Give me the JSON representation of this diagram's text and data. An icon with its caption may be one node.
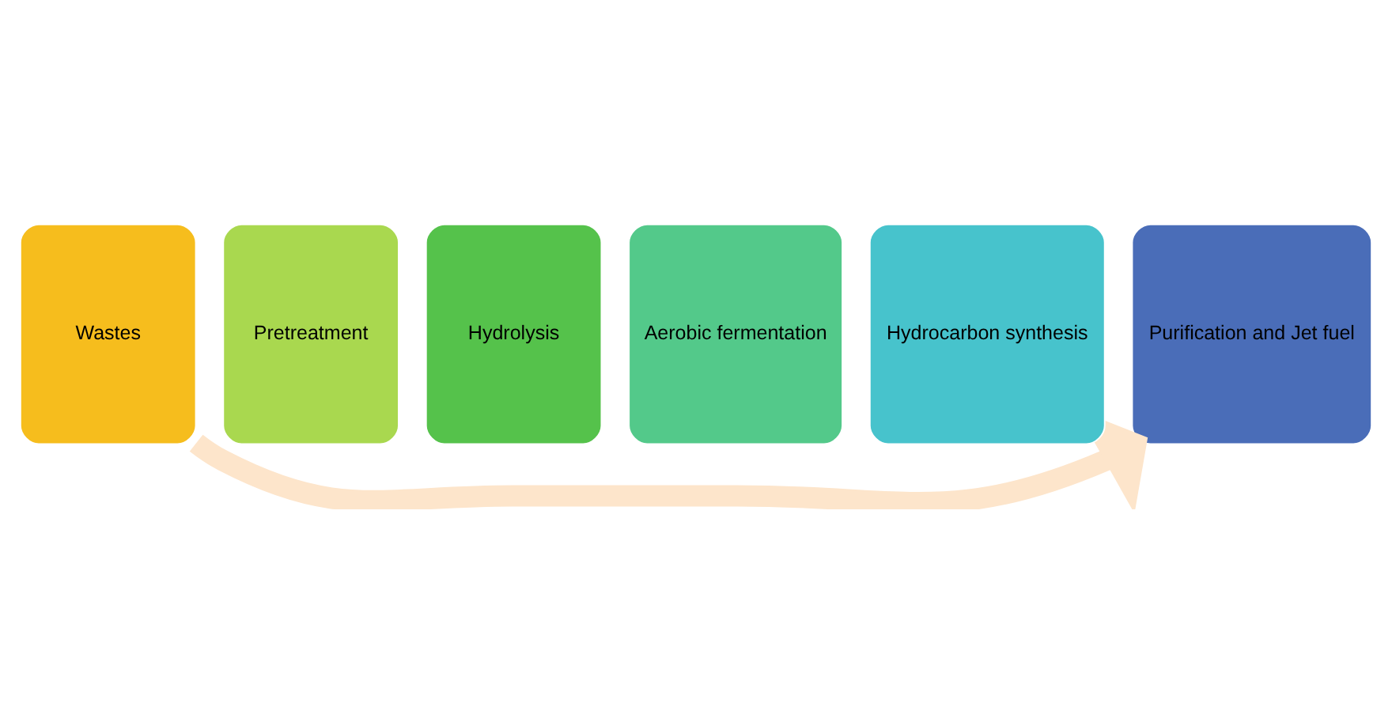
{
  "diagram": {
    "nodes": [
      {
        "text": [
          "Wastes"
        ]
      },
      {
        "text": [
          "Pretreatment"
        ]
      },
      {
        "text": [
          "Hydrolysis"
        ]
      },
      {
        "text": [
          "Aerobic fermentation"
        ]
      },
      {
        "text": [
          "Hydrocarbon synthesis"
        ]
      },
      {
        "text": [
          "Purification and Jet fuel"
        ]
      }
    ],
    "edges": [
      {
        "from": 0,
        "to": 5,
        "arrow": "to",
        "color": "#fde5cb"
      }
    ]
  }
}
